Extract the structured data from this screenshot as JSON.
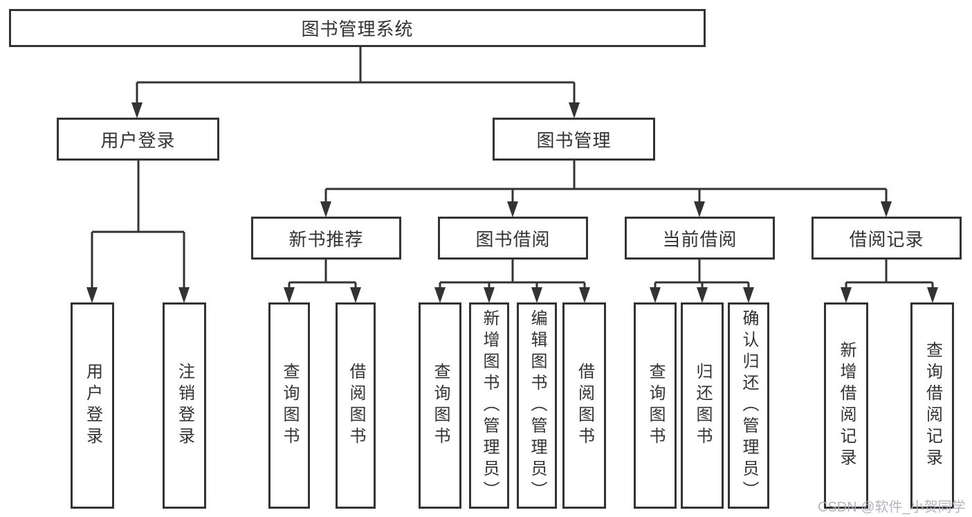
{
  "diagram": {
    "title": "图书管理系统",
    "colors": {
      "line": "#333333",
      "box_border": "#333333",
      "text": "#333333",
      "background": "#ffffff",
      "watermark": "#abb0b6"
    },
    "nodes": {
      "root": "图书管理系统",
      "user_login": "用户登录",
      "book_management": "图书管理",
      "new_book_recommend": "新书推荐",
      "book_borrow": "图书借阅",
      "current_borrow": "当前借阅",
      "borrow_records": "借阅记录",
      "leaf_user_login": "用户登录",
      "leaf_logout": "注销登录",
      "leaf_nbr_query_books": "查询图书",
      "leaf_nbr_borrow_books": "借阅图书",
      "leaf_bb_query_books": "查询图书",
      "leaf_bb_add_books_admin": "新增图书（管理员）",
      "leaf_bb_edit_books_admin": "编辑图书（管理员）",
      "leaf_bb_borrow_books": "借阅图书",
      "leaf_cb_query_books": "查询图书",
      "leaf_cb_return_books": "归还图书",
      "leaf_cb_confirm_return_admin": "确认归还（管理员）",
      "leaf_br_add_record": "新增借阅记录",
      "leaf_br_query_record": "查询借阅记录"
    },
    "edges": [
      "root->user_login",
      "root->book_management",
      "user_login->leaf_user_login",
      "user_login->leaf_logout",
      "book_management->new_book_recommend",
      "book_management->book_borrow",
      "book_management->current_borrow",
      "book_management->borrow_records",
      "new_book_recommend->leaf_nbr_query_books",
      "new_book_recommend->leaf_nbr_borrow_books",
      "book_borrow->leaf_bb_query_books",
      "book_borrow->leaf_bb_add_books_admin",
      "book_borrow->leaf_bb_edit_books_admin",
      "book_borrow->leaf_bb_borrow_books",
      "current_borrow->leaf_cb_query_books",
      "current_borrow->leaf_cb_return_books",
      "current_borrow->leaf_cb_confirm_return_admin",
      "borrow_records->leaf_br_add_record",
      "borrow_records->leaf_br_query_record"
    ]
  },
  "watermark": {
    "text": "CSDN @软件_小贺同学"
  }
}
